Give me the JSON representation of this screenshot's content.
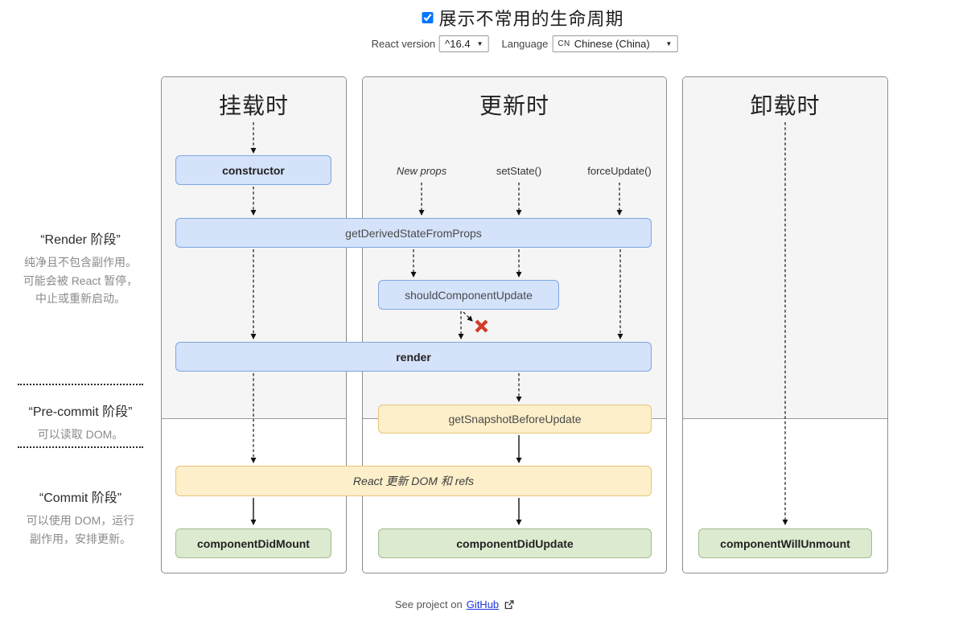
{
  "header": {
    "show_less_common_label": "展示不常用的生命周期",
    "checkbox_checked": "checked"
  },
  "controls": {
    "react_version_label": "React version",
    "react_version_value": "^16.4",
    "language_label": "Language",
    "language_flag": "CN",
    "language_value": "Chinese (China)"
  },
  "phases": {
    "render": {
      "title": "“Render 阶段”",
      "description": [
        "纯净且不包含副作用。",
        "可能会被 React 暂停，",
        "中止或重新启动。"
      ]
    },
    "pre_commit": {
      "title": "“Pre-commit 阶段”",
      "description": [
        "可以读取 DOM。"
      ]
    },
    "commit": {
      "title": "“Commit 阶段”",
      "description": [
        "可以使用 DOM，运行",
        "副作用，安排更新。"
      ]
    }
  },
  "columns": {
    "mounting": {
      "header": "挂载时"
    },
    "updating": {
      "header": "更新时",
      "triggers": {
        "new_props": "New props",
        "set_state": "setState()",
        "force_update": "forceUpdate()"
      }
    },
    "unmounting": {
      "header": "卸载时"
    }
  },
  "lifecycle": {
    "constructor": "constructor",
    "get_derived_state_from_props": "getDerivedStateFromProps",
    "should_component_update": "shouldComponentUpdate",
    "render": "render",
    "get_snapshot_before_update": "getSnapshotBeforeUpdate",
    "react_updates_dom": "React 更新 DOM 和 refs",
    "component_did_mount": "componentDidMount",
    "component_did_update": "componentDidUpdate",
    "component_will_unmount": "componentWillUnmount"
  },
  "footer": {
    "text": "See project on",
    "link_label": "GitHub"
  },
  "colors": {
    "box_blue_bg": "#d4e2fa",
    "box_blue_border": "#7ea6e0",
    "box_yellow_bg": "#fcefca",
    "box_yellow_border": "#e7c47c",
    "box_green_bg": "#dceacf",
    "box_green_border": "#a0bd8d",
    "phase_top_bg": "#f5f5f5",
    "column_border": "#8c8c8c",
    "skip_x_red": "#d23b2b",
    "link_blue": "#1b32dd"
  }
}
